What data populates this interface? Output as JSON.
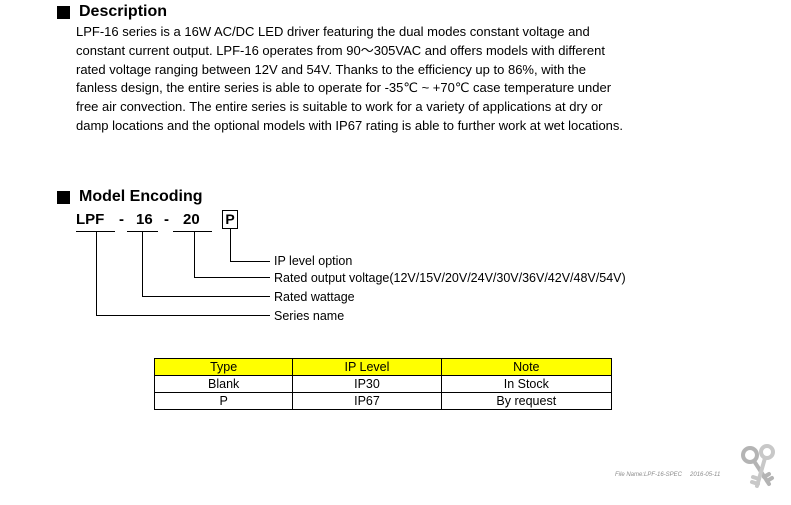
{
  "description": {
    "heading": "Description",
    "lines": [
      "LPF-16 series is a 16W AC/DC LED driver featuring the dual modes constant voltage and",
      "constant current output. LPF-16 operates from 90～305VAC and offers models with different",
      "rated voltage ranging between 12V and 54V. Thanks to the efficiency up to 86%, with the",
      "fanless design, the entire series is able to operate for -35℃ ~ +70℃ case temperature under",
      "free air convection. The entire series is suitable to work for a variety of applications at dry or",
      "damp locations and the optional models with IP67 rating is able to further work at wet locations."
    ]
  },
  "encoding": {
    "heading": "Model Encoding",
    "code": {
      "series": "LPF",
      "dash1": "-",
      "wattage": "16",
      "dash2": "-",
      "voltage": "20",
      "ip": "P"
    },
    "labels": {
      "ip": "IP level option",
      "voltage": "Rated output voltage(12V/15V/20V/24V/30V/36V/42V/48V/54V)",
      "wattage": "Rated wattage",
      "series": "Series name"
    }
  },
  "table": {
    "headers": [
      "Type",
      "IP Level",
      "Note"
    ],
    "rows": [
      [
        "Blank",
        "IP30",
        "In Stock"
      ],
      [
        "P",
        "IP67",
        "By request"
      ]
    ],
    "header_color": "#ffff00"
  },
  "footer": {
    "file_name": "File Name:LPF-16-SPEC",
    "date": "2016-05-11"
  }
}
